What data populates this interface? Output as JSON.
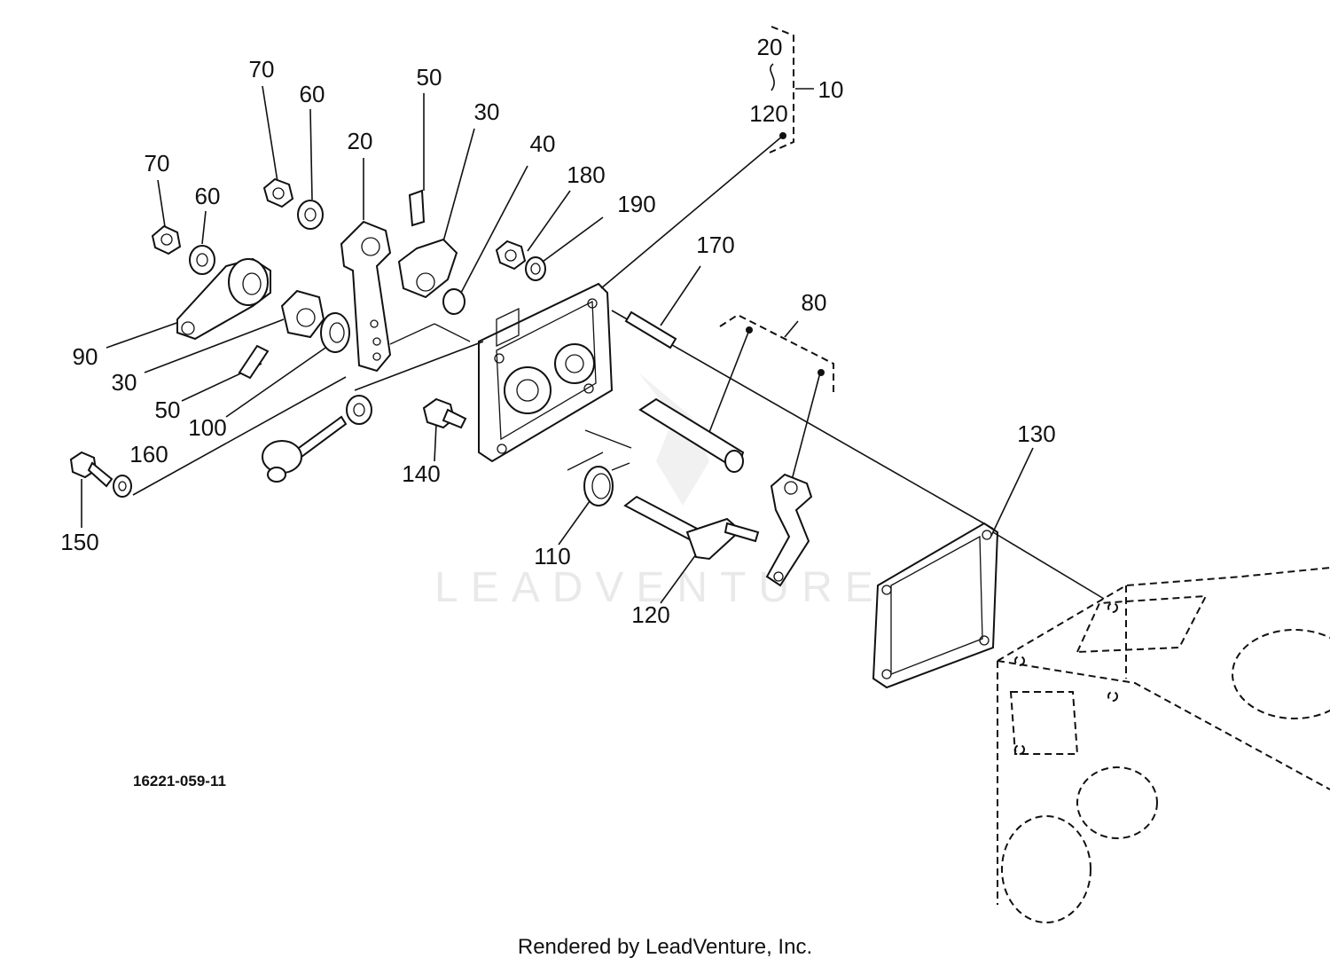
{
  "callouts": {
    "c70a": "70",
    "c60a": "60",
    "c50a": "50",
    "c30a": "30",
    "c20a": "20",
    "c40": "40",
    "c180": "180",
    "c190": "190",
    "c170": "170",
    "c70b": "70",
    "c60b": "60",
    "c90": "90",
    "c30b": "30",
    "c50b": "50",
    "c100": "100",
    "c160": "160",
    "c150": "150",
    "c140": "140",
    "c110": "110",
    "c120b": "120",
    "c80": "80",
    "c130": "130",
    "grp_top": "20",
    "grp_bottom": "120",
    "grp_id": "10"
  },
  "drawing_code": "16221-059-11",
  "watermark": "LEADVENTURE",
  "footer": "Rendered by LeadVenture, Inc."
}
